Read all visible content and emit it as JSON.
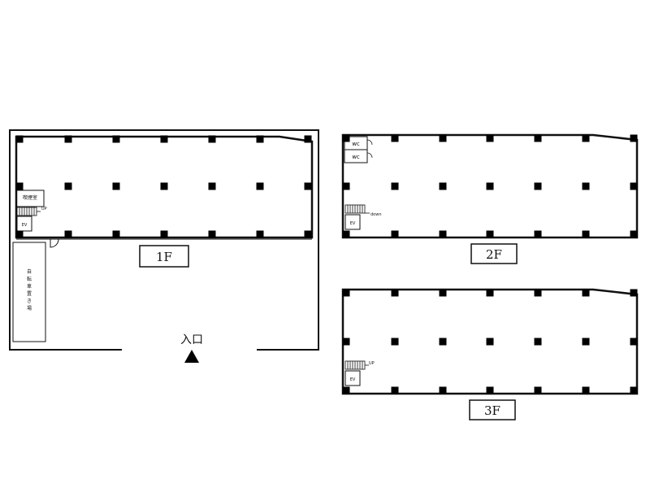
{
  "floors": {
    "f1": {
      "label": "1F",
      "entrance_label": "入口",
      "bicycle_label": "自\n転\n車\n置\nき\n場",
      "room_label": "喫煙室",
      "stair_label": "UP",
      "ev_label": "EV"
    },
    "f2": {
      "label": "2F",
      "wc_label_1": "wc",
      "wc_label_2": "wc",
      "stair_label": "down",
      "ev_label": "EV"
    },
    "f3": {
      "label": "3F",
      "stair_label": "UP",
      "ev_label": "EV"
    }
  },
  "colors": {
    "line": "#111111",
    "column": "#000000",
    "background": "#ffffff"
  }
}
